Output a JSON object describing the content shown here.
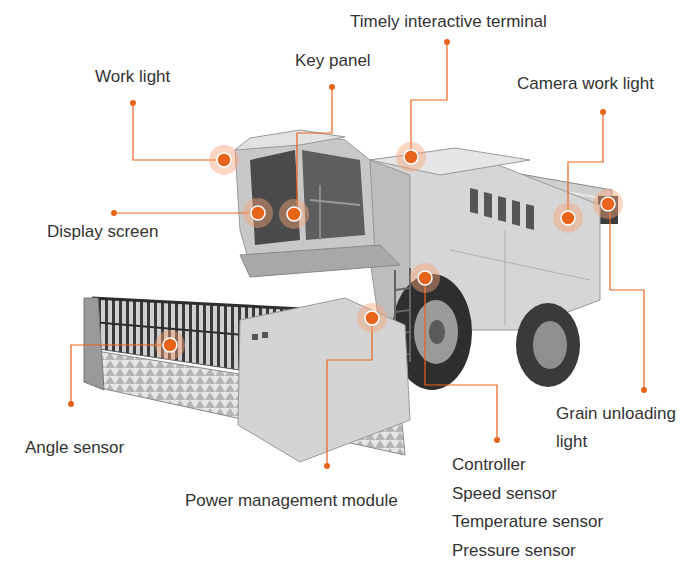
{
  "diagram": {
    "labels": [
      "Timely interactive terminal",
      "Work light",
      "Key panel",
      "Camera work light",
      "Display screen",
      "Angle sensor",
      "Power management module",
      "Grain unloading light",
      "Controller",
      "Speed sensor",
      "Temperature sensor",
      "Pressure sensor"
    ]
  }
}
